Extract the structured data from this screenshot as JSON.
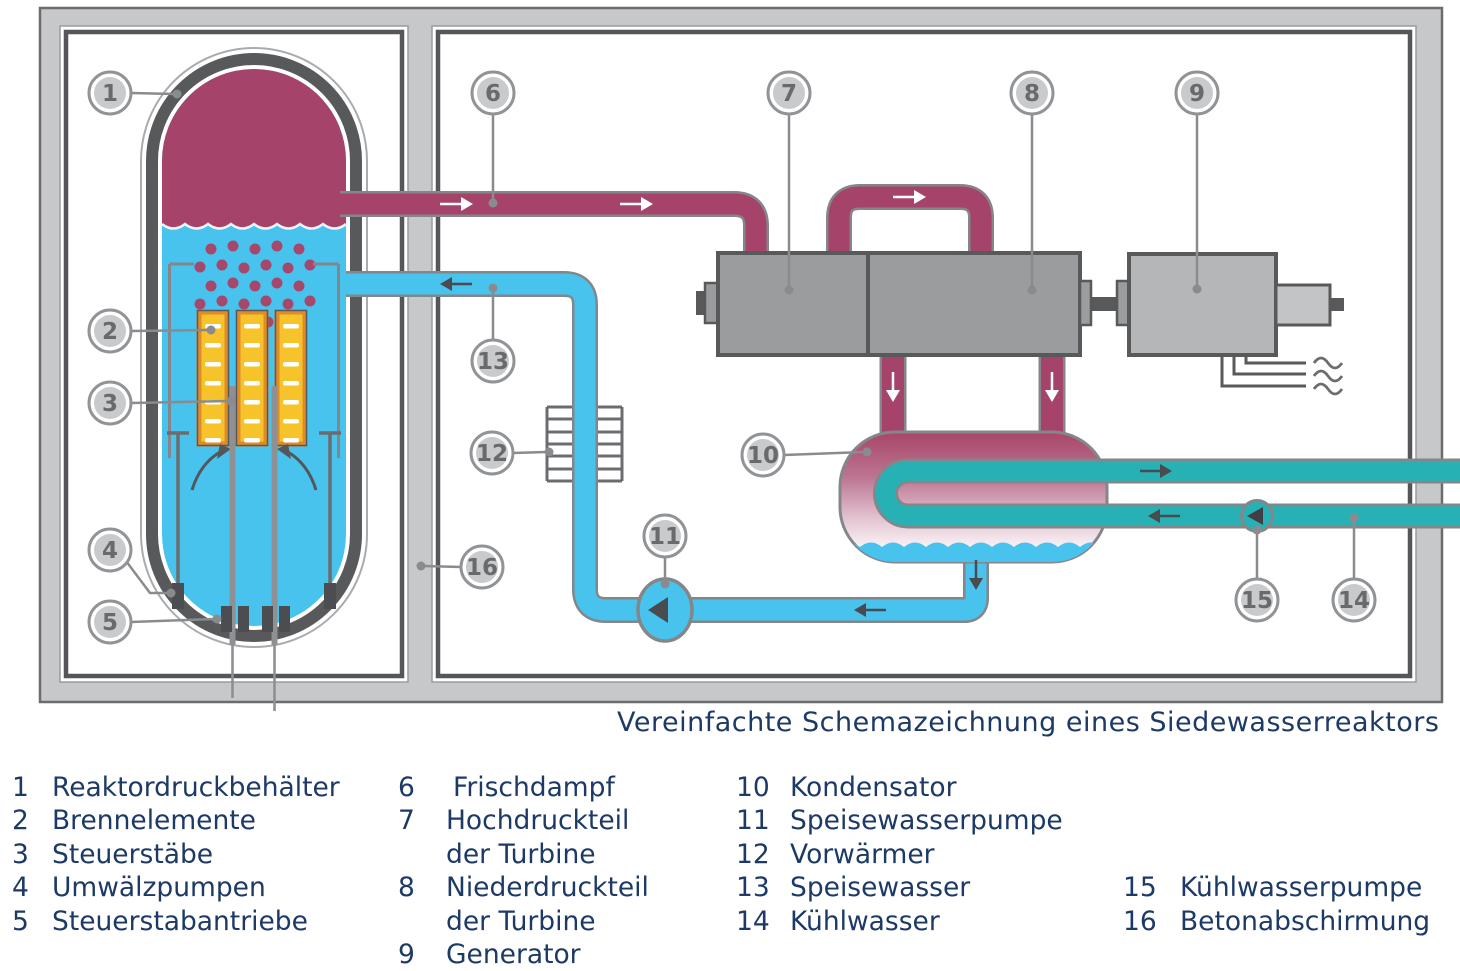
{
  "caption": "Vereinfachte Schemazeichnung eines Siedewasserreaktors",
  "callouts": {
    "n1": "1",
    "n2": "2",
    "n3": "3",
    "n4": "4",
    "n5": "5",
    "n6": "6",
    "n7": "7",
    "n8": "8",
    "n9": "9",
    "n10": "10",
    "n11": "11",
    "n12": "12",
    "n13": "13",
    "n14": "14",
    "n15": "15",
    "n16": "16"
  },
  "legend": {
    "col1": [
      {
        "num": "1",
        "label": "Reaktordruckbehälter"
      },
      {
        "num": "2",
        "label": "Brennelemente"
      },
      {
        "num": "3",
        "label": "Steuerstäbe"
      },
      {
        "num": "4",
        "label": "Umwälzpumpen"
      },
      {
        "num": "5",
        "label": "Steuerstabantriebe"
      }
    ],
    "col2": [
      {
        "num": "6",
        "label": "Frischdampf"
      },
      {
        "num": "7",
        "label": "Hochdruckteil",
        "label2": "der Turbine"
      },
      {
        "num": "8",
        "label": "Niederdruckteil",
        "label2": "der Turbine"
      },
      {
        "num": "9",
        "label": "Generator"
      }
    ],
    "col3": [
      {
        "num": "10",
        "label": "Kondensator"
      },
      {
        "num": "11",
        "label": "Speisewasserpumpe"
      },
      {
        "num": "12",
        "label": "Vorwärmer"
      },
      {
        "num": "13",
        "label": "Speisewasser"
      },
      {
        "num": "14",
        "label": "Kühlwasser"
      }
    ],
    "col4": [
      {
        "num": "15",
        "label": "Kühlwasserpumpe"
      },
      {
        "num": "16",
        "label": "Betonabschirmung"
      }
    ]
  },
  "colors": {
    "steam": "#a6436a",
    "water": "#48c3ee",
    "cooling_water": "#28b1b5",
    "structure_dark": "#58595b",
    "concrete": "#c7c8ca",
    "fuel_yellow": "#f6c42a",
    "fuel_orange": "#e08a28",
    "text_navy": "#1d3a66",
    "callout_fill": "#c9cacc"
  }
}
